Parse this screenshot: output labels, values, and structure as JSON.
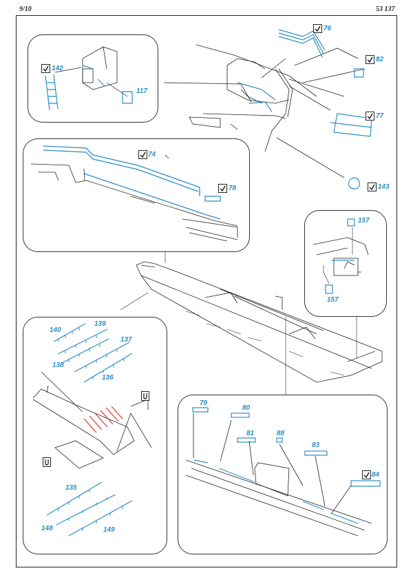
{
  "header": {
    "page": "9/10",
    "catalog": "53 137"
  },
  "parts": {
    "p76": "76",
    "p82": "82",
    "p77": "77",
    "p143": "143",
    "p142": "142",
    "p117": "117",
    "p74": "74",
    "p78": "78",
    "p157a": "157",
    "p157b": "157",
    "p140": "140",
    "p139": "139",
    "p137": "137",
    "p138": "138",
    "p136": "136",
    "p135": "135",
    "p148": "148",
    "p149": "149",
    "p79": "79",
    "p80": "80",
    "p81": "81",
    "p88": "88",
    "p83": "83",
    "p84": "84"
  },
  "colors": {
    "part": "#2a8ec8",
    "line": "#222222",
    "highlight": "#d9342b"
  },
  "icons": {
    "check": "checkmark-icon",
    "view": "view-direction-u-icon"
  }
}
